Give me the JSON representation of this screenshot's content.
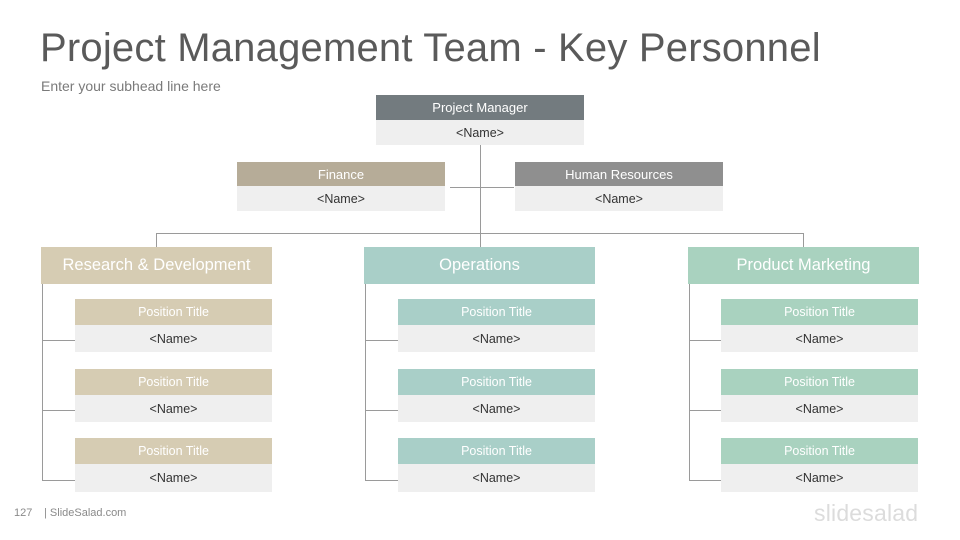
{
  "slide": {
    "title": "Project Management Team - Key Personnel",
    "subhead": "Enter your subhead line here"
  },
  "top": {
    "title": "Project Manager",
    "name": "<Name>"
  },
  "support": [
    {
      "title": "Finance",
      "name": "<Name>"
    },
    {
      "title": "Human Resources",
      "name": "<Name>"
    }
  ],
  "departments": [
    {
      "title": "Research & Development",
      "positions": [
        {
          "title": "Position Title",
          "name": "<Name>"
        },
        {
          "title": "Position Title",
          "name": "<Name>"
        },
        {
          "title": "Position Title",
          "name": "<Name>"
        }
      ]
    },
    {
      "title": "Operations",
      "positions": [
        {
          "title": "Position Title",
          "name": "<Name>"
        },
        {
          "title": "Position Title",
          "name": "<Name>"
        },
        {
          "title": "Position Title",
          "name": "<Name>"
        }
      ]
    },
    {
      "title": "Product Marketing",
      "positions": [
        {
          "title": "Position Title",
          "name": "<Name>"
        },
        {
          "title": "Position Title",
          "name": "<Name>"
        },
        {
          "title": "Position Title",
          "name": "<Name>"
        }
      ]
    }
  ],
  "footer": {
    "page_number": "127",
    "site": "| SlideSalad.com",
    "brand": "slidesalad"
  },
  "colors": {
    "pm_header": "#737b7f",
    "finance_header": "#b6ac98",
    "hr_header": "#8f8f8f",
    "rd_dept": "#d6ccb3",
    "rd_position": "#d6ccb3",
    "ops_dept": "#a9cfc8",
    "ops_position": "#a9cfc8",
    "pm_dept": "#a9d2bf",
    "pm_position": "#a9d2bf",
    "body_bg": "#efefef",
    "connector": "#9a9a9a"
  }
}
